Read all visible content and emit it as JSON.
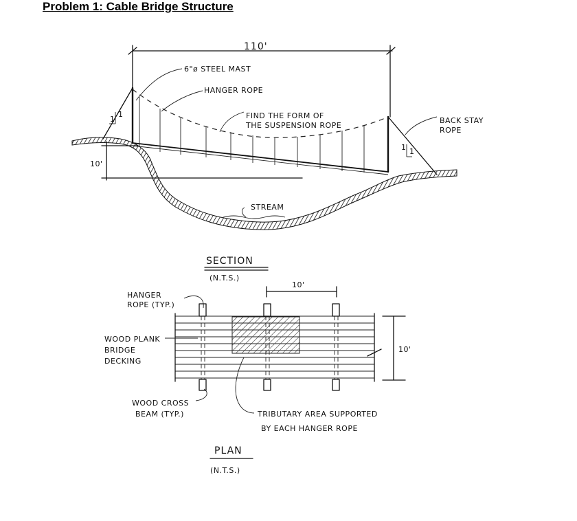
{
  "title": "Problem 1: Cable Bridge Structure",
  "section": {
    "span_dim": "110'",
    "mast_label": "6\"ø STEEL MAST",
    "hanger_label": "HANGER ROPE",
    "find_form_line1": "FIND THE FORM OF",
    "find_form_line2": "THE SUSPENSION ROPE",
    "back_stay_line1": "BACK STAY",
    "back_stay_line2": "ROPE",
    "left_slope": "1",
    "left_slope_run": "1",
    "right_slope": "1",
    "right_slope_run": "1",
    "height_dim": "10'",
    "stream_label": "STREAM",
    "caption": "SECTION",
    "caption_sub": "(N.T.S.)"
  },
  "plan": {
    "spacing_dim": "10'",
    "width_dim": "10'",
    "hanger_line1": "HANGER",
    "hanger_line2": "ROPE (TYP.)",
    "plank_line1": "WOOD PLANK",
    "plank_line2": "BRIDGE",
    "plank_line3": "DECKING",
    "cross_line1": "WOOD CROSS",
    "cross_line2": "BEAM (TYP.)",
    "trib_line1": "TRIBUTARY AREA SUPPORTED",
    "trib_line2": "BY EACH HANGER ROPE",
    "caption": "PLAN",
    "caption_sub": "(N.T.S.)"
  }
}
